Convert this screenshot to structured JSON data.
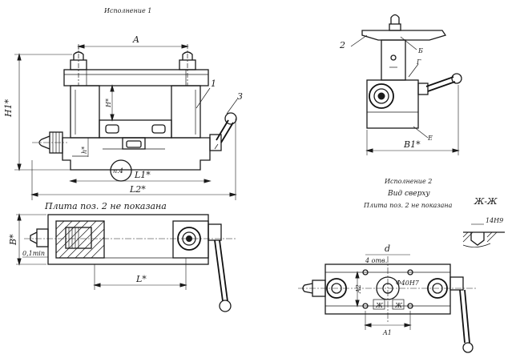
{
  "captions": {
    "version1": "Исполнение 1",
    "version2": "Исполнение 2",
    "top_view": "Вид сверху",
    "plate_note_left": "Плита  поз. 2  не показана",
    "plate_note_right": "Плита поз. 2 не показана",
    "section_title": "Ж-Ж"
  },
  "labels": {
    "dim_A": "A",
    "dim_A1": "A1",
    "dim_A2": "A2",
    "dim_H1": "H1*",
    "dim_H": "H*",
    "dim_h": "h*",
    "dim_L1": "L1*",
    "dim_L2": "L2*",
    "dim_L": "L*",
    "dim_B": "B*",
    "dim_B1": "B1*",
    "dim_d": "d",
    "holes": "4 отв.",
    "bore": "Ф40H7",
    "tol": "0,1min",
    "slot": "14H9",
    "pos1": "1",
    "pos2": "2",
    "pos3": "3",
    "pos4": "п.4",
    "letter_B": "Б",
    "letter_G": "Г",
    "letter_E": "Е",
    "cut_left": "Ж",
    "cut_right": "Ж"
  }
}
